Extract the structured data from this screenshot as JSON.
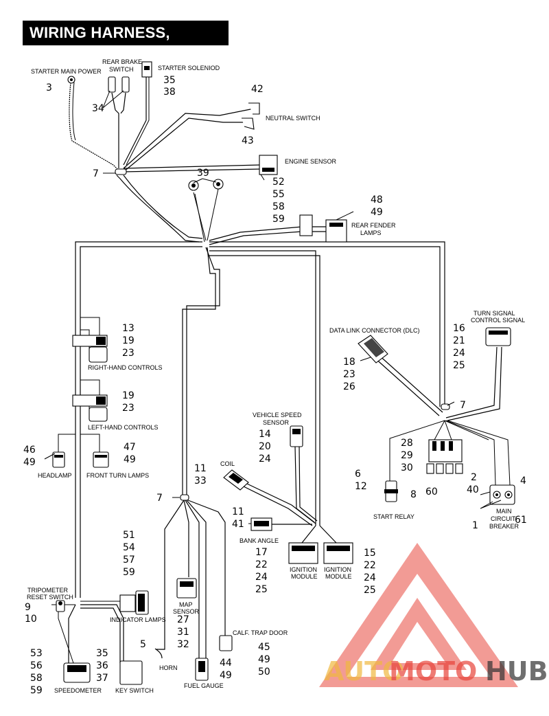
{
  "title": "WIRING HARNESS, FXDWG",
  "labels": {
    "starter_main_power": "STARTER MAIN POWER",
    "rear_brake_switch_1": "REAR BRAKE",
    "rear_brake_switch_2": "SWITCH",
    "starter_solenoid": "STARTER SOLENIOD",
    "neutral_switch": "NEUTRAL SWITCH",
    "engine_sensor": "ENGINE SENSOR",
    "rear_fender_lamps_1": "REAR FENDER",
    "rear_fender_lamps_2": "LAMPS",
    "turn_signal_1": "TURN SIGNAL",
    "turn_signal_2": "CONTROL SIGNAL",
    "dlc": "DATA LINK CONNECTOR (DLC)",
    "right_hand_controls": "RIGHT-HAND CONTROLS",
    "left_hand_controls": "LEFT-HAND CONTROLS",
    "vehicle_speed_1": "VEHICLE SPEED",
    "vehicle_speed_2": "SENSOR",
    "headlamp": "HEADLAMP",
    "front_turn_lamps": "FRONT TURN LAMPS",
    "coil": "COIL",
    "start_relay": "START RELAY",
    "main_cb_1": "MAIN",
    "main_cb_2": "CIRCUIT",
    "main_cb_3": "BREAKER",
    "bank_angle": "BANK ANGLE",
    "ignition_module_a_1": "IGNITION",
    "ignition_module_a_2": "MODULE",
    "ignition_module_b_1": "IGNITION",
    "ignition_module_b_2": "MODULE",
    "tripometer_1": "TRIPOMETER",
    "tripometer_2": "RESET SWITCH",
    "indicator_lamps": "INDICATOR LAMPS",
    "map_sensor_1": "MAP",
    "map_sensor_2": "SENSOR",
    "calf_trap_door": "CALF. TRAP DOOR",
    "horn": "HORN",
    "fuel_gauge": "FUEL GAUGE",
    "speedometer": "SPEEDOMETER",
    "key_switch": "KEY SWITCH"
  },
  "numbers": {
    "n3": "3",
    "n34": "34",
    "n35a": "35",
    "n38": "38",
    "n42": "42",
    "n43": "43",
    "n7a": "7",
    "n39": "39",
    "n52": "52",
    "n55": "55",
    "n58a": "58",
    "n59a": "59",
    "n48": "48",
    "n49a": "49",
    "n16": "16",
    "n21a": "21",
    "n24a": "24",
    "n25a": "25",
    "n13": "13",
    "n19a": "19",
    "n23a": "23",
    "n18": "18",
    "n23b": "23",
    "n26": "26",
    "n7b": "7",
    "n19b": "19",
    "n23c": "23",
    "n14": "14",
    "n20": "20",
    "n24b": "24",
    "n46": "46",
    "n49b": "49",
    "n47": "47",
    "n49c": "49",
    "n28": "28",
    "n29": "29",
    "n30": "30",
    "n60": "60",
    "n6": "6",
    "n12": "12",
    "n8": "8",
    "n2": "2",
    "n40": "40",
    "n4": "4",
    "n1": "1",
    "n61": "61",
    "n11a": "11",
    "n33": "33",
    "n7c": "7",
    "n11b": "11",
    "n41": "41",
    "n17": "17",
    "n22a": "22",
    "n24c": "24",
    "n25b": "25",
    "n15": "15",
    "n22b": "22",
    "n24d": "24",
    "n25c": "25",
    "n51": "51",
    "n54": "54",
    "n57": "57",
    "n59b": "59",
    "n9": "9",
    "n10": "10",
    "n27": "27",
    "n31": "31",
    "n32": "32",
    "n5": "5",
    "n45": "45",
    "n49d": "49",
    "n50": "50",
    "n44": "44",
    "n49e": "49",
    "n53": "53",
    "n56": "56",
    "n58b": "58",
    "n59c": "59",
    "n35b": "35",
    "n36": "36",
    "n37": "37"
  },
  "watermark": {
    "part1": "AUTO",
    "part2": "MOTO",
    "part3": "HUB",
    "color_red": "#e8443a",
    "color_yellow": "#f0b840",
    "color_dark": "#333333"
  }
}
